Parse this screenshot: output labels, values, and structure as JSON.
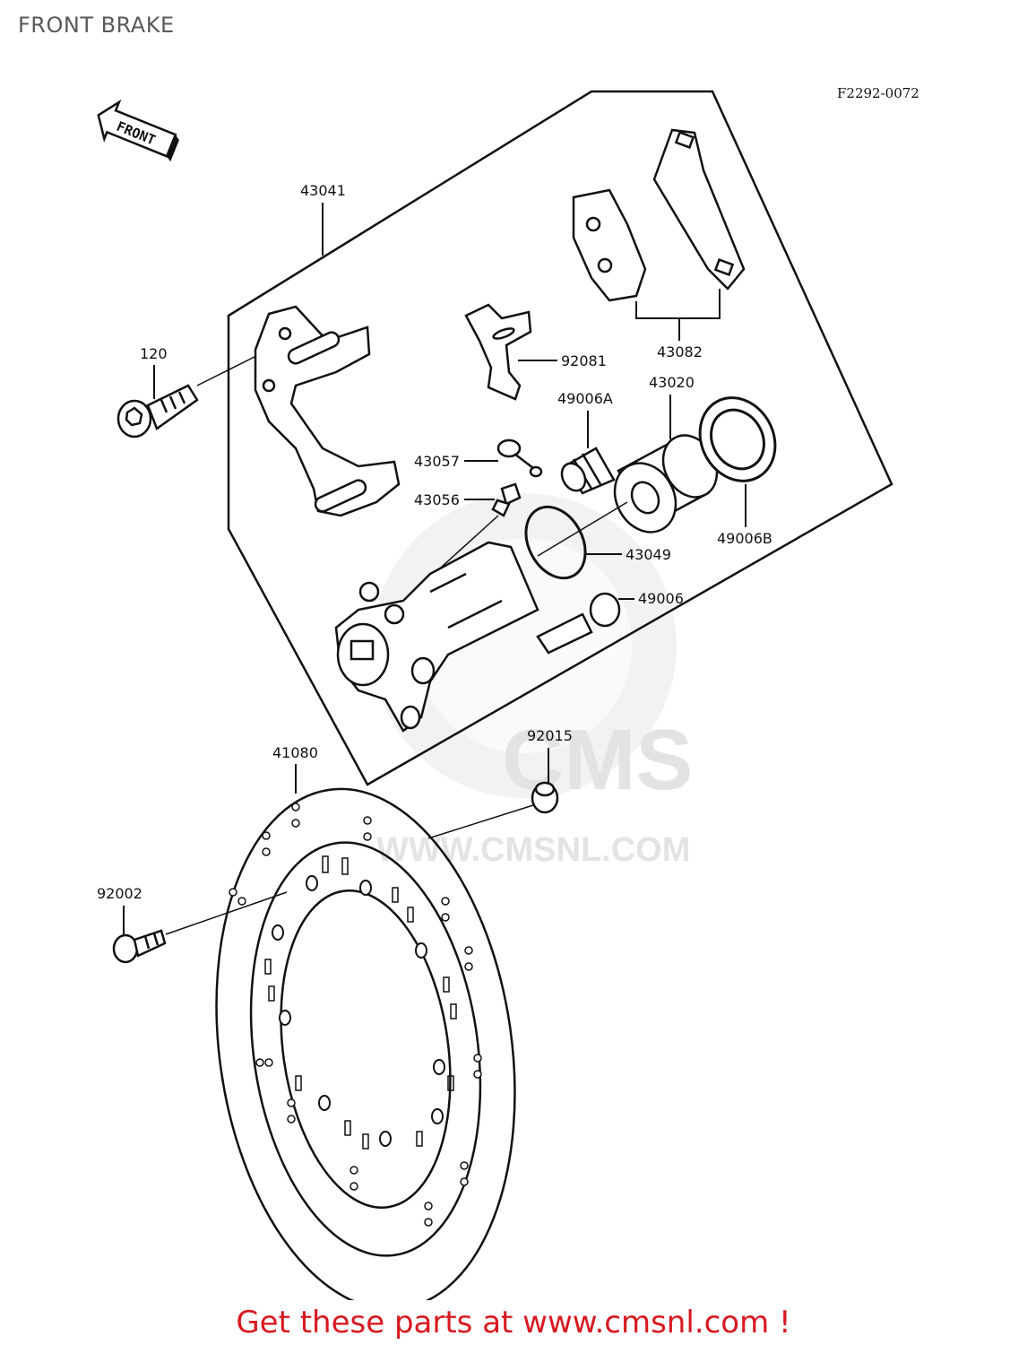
{
  "page": {
    "title": "FRONT BRAKE",
    "reference_code": "F2292-0072",
    "direction_badge": "FRONT",
    "footer_text": "Get these parts at www.cmsnl.com !"
  },
  "watermark": {
    "brand": "CMS",
    "url": "WWW.CMSNL.COM"
  },
  "parts": {
    "p43041": "43041",
    "p43082": "43082",
    "p120": "120",
    "p92081": "92081",
    "p43020": "43020",
    "p49006A": "49006A",
    "p43057": "43057",
    "p43056": "43056",
    "p49006B": "49006B",
    "p43049": "43049",
    "p49006": "49006",
    "p92015": "92015",
    "p41080": "41080",
    "p92002": "92002"
  },
  "colors": {
    "line": "#111111",
    "footer": "#d71920",
    "watermark": "#e8e8e8"
  }
}
